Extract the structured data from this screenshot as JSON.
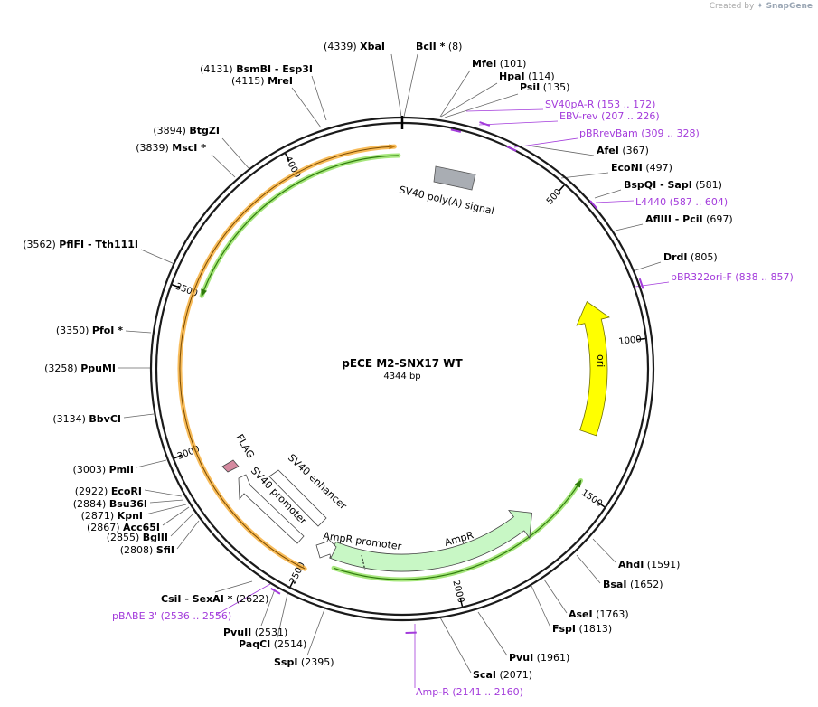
{
  "credit": {
    "created_by": "Created by",
    "brand": "SnapGene"
  },
  "plasmid": {
    "name": "pECE M2-SNX17 WT",
    "size_label": "4344 bp"
  },
  "ruler_ticks": [
    "500",
    "1000",
    "1500",
    "2000",
    "2500",
    "3000",
    "3500",
    "4000"
  ],
  "features": [
    {
      "id": "sv40pa",
      "label": "SV40 poly(A) signal"
    },
    {
      "id": "ori",
      "label": "ori"
    },
    {
      "id": "ampr",
      "label": "AmpR"
    },
    {
      "id": "ampr-promoter",
      "label": "AmpR promoter"
    },
    {
      "id": "sv40-promoter",
      "label": "SV40 promoter"
    },
    {
      "id": "sv40-enhancer",
      "label": "SV40 enhancer"
    },
    {
      "id": "flag",
      "label": "FLAG"
    }
  ],
  "sites": [
    {
      "pos": "(4339)",
      "name": "XbaI"
    },
    {
      "pos": "(8)",
      "name": "BclI *"
    },
    {
      "pos": "(101)",
      "name": "MfeI"
    },
    {
      "pos": "(114)",
      "name": "HpaI"
    },
    {
      "pos": "(135)",
      "name": "PsiI"
    },
    {
      "pos": "(367)",
      "name": "AfeI"
    },
    {
      "pos": "(497)",
      "name": "EcoNI"
    },
    {
      "pos": "(581)",
      "name": "BspQI",
      "alt": "- SapI"
    },
    {
      "pos": "(697)",
      "name": "AflIII",
      "alt": "- PciI"
    },
    {
      "pos": "(805)",
      "name": "DrdI"
    },
    {
      "pos": "(1591)",
      "name": "AhdI"
    },
    {
      "pos": "(1652)",
      "name": "BsaI"
    },
    {
      "pos": "(1763)",
      "name": "AseI"
    },
    {
      "pos": "(1813)",
      "name": "FspI"
    },
    {
      "pos": "(1961)",
      "name": "PvuI"
    },
    {
      "pos": "(2071)",
      "name": "ScaI"
    },
    {
      "pos": "(2395)",
      "name": "SspI"
    },
    {
      "pos": "(2514)",
      "name": "PaqCI"
    },
    {
      "pos": "(2531)",
      "name": "PvuII"
    },
    {
      "pos": "(2622)",
      "name": "CsiI",
      "alt": "- SexAI *"
    },
    {
      "pos": "(2808)",
      "name": "SfiI"
    },
    {
      "pos": "(2855)",
      "name": "BglII"
    },
    {
      "pos": "(2867)",
      "name": "Acc65I"
    },
    {
      "pos": "(2871)",
      "name": "KpnI"
    },
    {
      "pos": "(2884)",
      "name": "Bsu36I"
    },
    {
      "pos": "(2922)",
      "name": "EcoRI"
    },
    {
      "pos": "(3003)",
      "name": "PmlI"
    },
    {
      "pos": "(3134)",
      "name": "BbvCI"
    },
    {
      "pos": "(3258)",
      "name": "PpuMI"
    },
    {
      "pos": "(3350)",
      "name": "PfoI *"
    },
    {
      "pos": "(3562)",
      "name": "PflFI",
      "alt": "- Tth111I"
    },
    {
      "pos": "(3839)",
      "name": "MscI *"
    },
    {
      "pos": "(3894)",
      "name": "BtgZI"
    },
    {
      "pos": "(4115)",
      "name": "MreI"
    },
    {
      "pos": "(4131)",
      "name": "BsmBI",
      "alt": "- Esp3I"
    }
  ],
  "primers": [
    {
      "name": "SV40pA-R",
      "range": "(153 .. 172)"
    },
    {
      "name": "EBV-rev",
      "range": "(207 .. 226)"
    },
    {
      "name": "pBRrevBam",
      "range": "(309 .. 328)"
    },
    {
      "name": "L4440",
      "range": "(587 .. 604)"
    },
    {
      "name": "pBR322ori-F",
      "range": "(838 .. 857)"
    },
    {
      "name": "Amp-R",
      "range": "(2141 .. 2160)"
    },
    {
      "name": "pBABE 3'",
      "range": "(2536 .. 2556)"
    }
  ],
  "colors": {
    "backbone": "#1a1a1a",
    "primer": "#a33bdb",
    "orange_track": "#f5a623",
    "green_track": "#3a8d12",
    "ori_fill": "#ffff00",
    "ampr_fill": "#c8f7c5",
    "sv40pa_fill": "#a9adb3",
    "flag_fill": "#d58aa0"
  }
}
